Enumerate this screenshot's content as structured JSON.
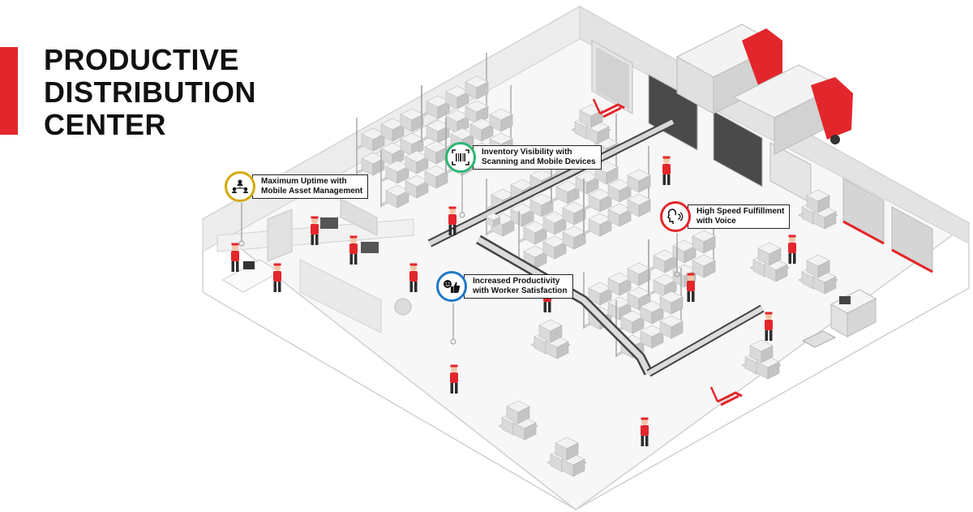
{
  "title": {
    "line1": "PRODUCTIVE",
    "line2": "DISTRIBUTION",
    "line3": "CENTER"
  },
  "accent_color": "#e3262b",
  "callouts": [
    {
      "id": "uptime",
      "icon": "network-people-icon",
      "color": "#d4a80c",
      "line1": "Maximum Uptime with",
      "line2": "Mobile Asset Management"
    },
    {
      "id": "inventory",
      "icon": "barcode-scan-icon",
      "color": "#2bb673",
      "line1": "Inventory Visibility with",
      "line2": "Scanning and Mobile Devices"
    },
    {
      "id": "fulfillment",
      "icon": "voice-head-icon",
      "color": "#e3262b",
      "line1": "High Speed Fulfillment",
      "line2": "with Voice"
    },
    {
      "id": "productivity",
      "icon": "smile-thumbs-up-icon",
      "color": "#1f77c9",
      "line1": "Increased Productivity",
      "line2": "with Worker Satisfaction"
    }
  ]
}
